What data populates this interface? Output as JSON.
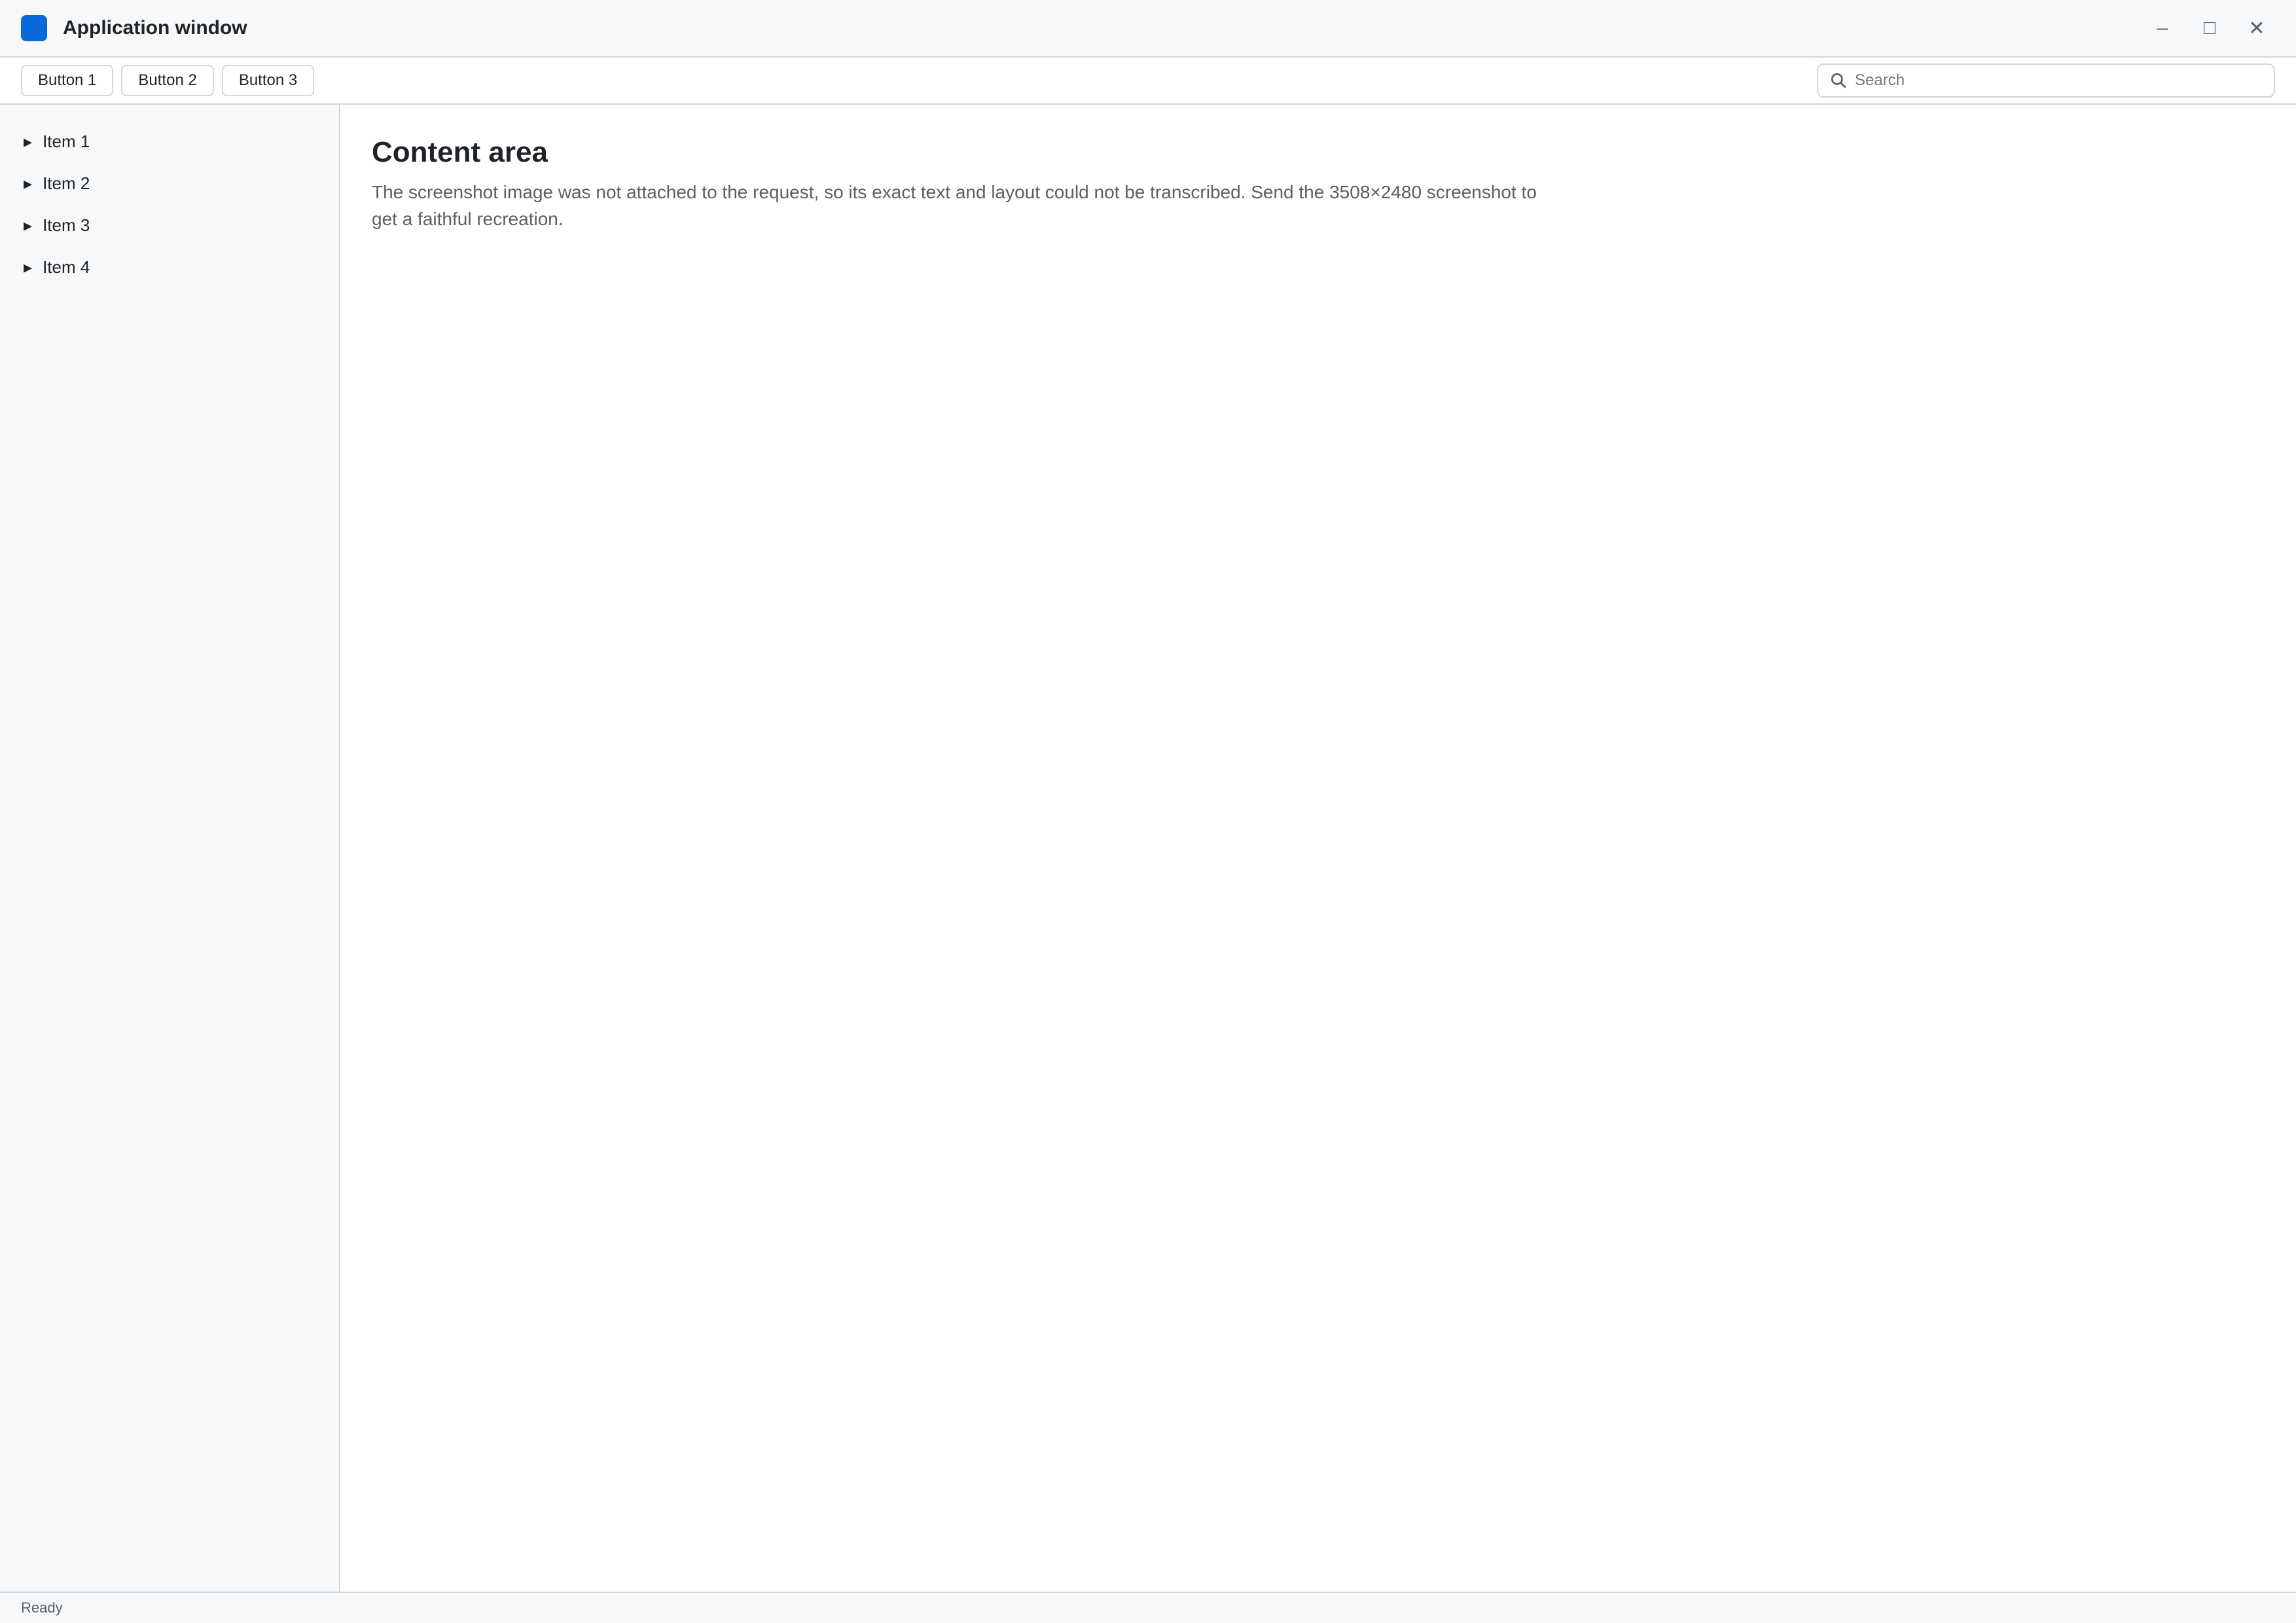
{
  "window": {
    "title": "Application window",
    "accent": "#0969da"
  },
  "toolbar": {
    "buttons": [
      {
        "label": "Button 1"
      },
      {
        "label": "Button 2"
      },
      {
        "label": "Button 3"
      }
    ],
    "search_placeholder": "Search"
  },
  "sidebar": {
    "items": [
      {
        "label": "Item 1"
      },
      {
        "label": "Item 2"
      },
      {
        "label": "Item 3"
      },
      {
        "label": "Item 4"
      }
    ]
  },
  "main": {
    "title": "Content area",
    "notice": "The screenshot image was not attached to the request, so its exact text and layout could not be transcribed. Send the 3508×2480 screenshot to get a faithful recreation."
  },
  "status": {
    "text": "Ready"
  }
}
